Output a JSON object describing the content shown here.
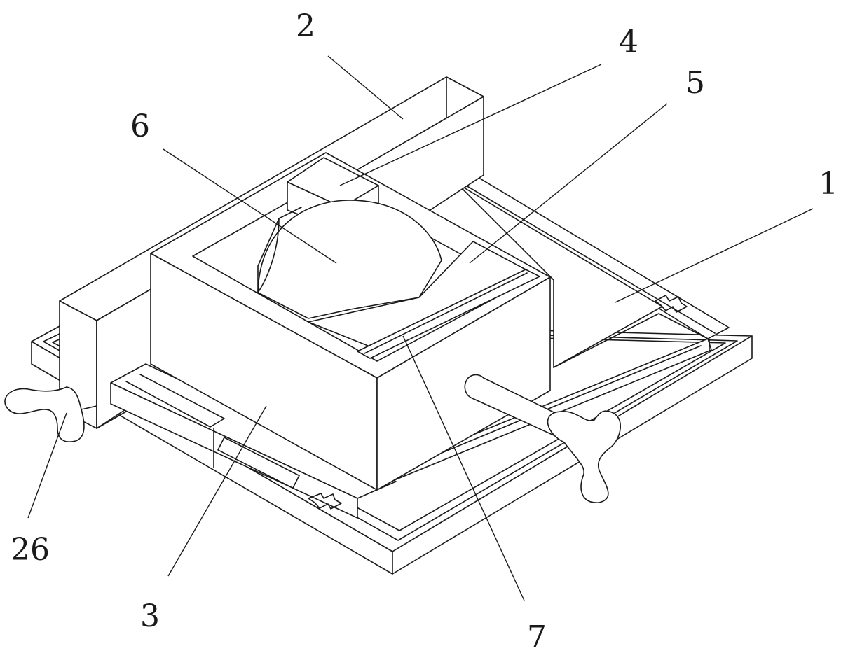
{
  "labels": [
    {
      "id": "1",
      "text": "1"
    },
    {
      "id": "2",
      "text": "2"
    },
    {
      "id": "3",
      "text": "3"
    },
    {
      "id": "4",
      "text": "4"
    },
    {
      "id": "5",
      "text": "5"
    },
    {
      "id": "6",
      "text": "6"
    },
    {
      "id": "7",
      "text": "7"
    },
    {
      "id": "26",
      "text": "26"
    }
  ]
}
